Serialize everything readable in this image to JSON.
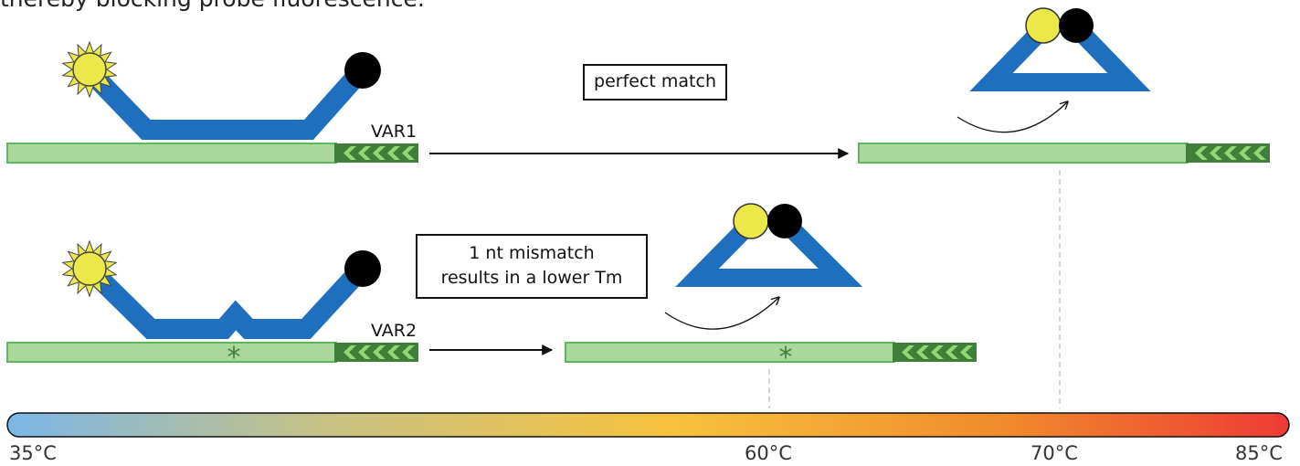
{
  "caption": "thereby blocking probe fluorescence.",
  "perfect_match_label": "perfect match",
  "mismatch_label_line1": "1 nt mismatch",
  "mismatch_label_line2": "results in a lower Tm",
  "var1_label": "VAR1",
  "var2_label": "VAR2",
  "mismatch_marker": "*",
  "temperature_labels": [
    "35°C",
    "60°C",
    "70°C",
    "85°C"
  ],
  "colors": {
    "probe": "#1f6fbf",
    "probe_edge": "#155a9e",
    "target_light": "#a9d89a",
    "target_edge": "#5cb85c",
    "target_dark": "#3f7f3a",
    "fluorophore": "#ece84a",
    "quencher": "#000000",
    "gradient": [
      "#7ab7e8",
      "#c8c283",
      "#f7c23d",
      "#f08a2c",
      "#ee3b34"
    ]
  }
}
